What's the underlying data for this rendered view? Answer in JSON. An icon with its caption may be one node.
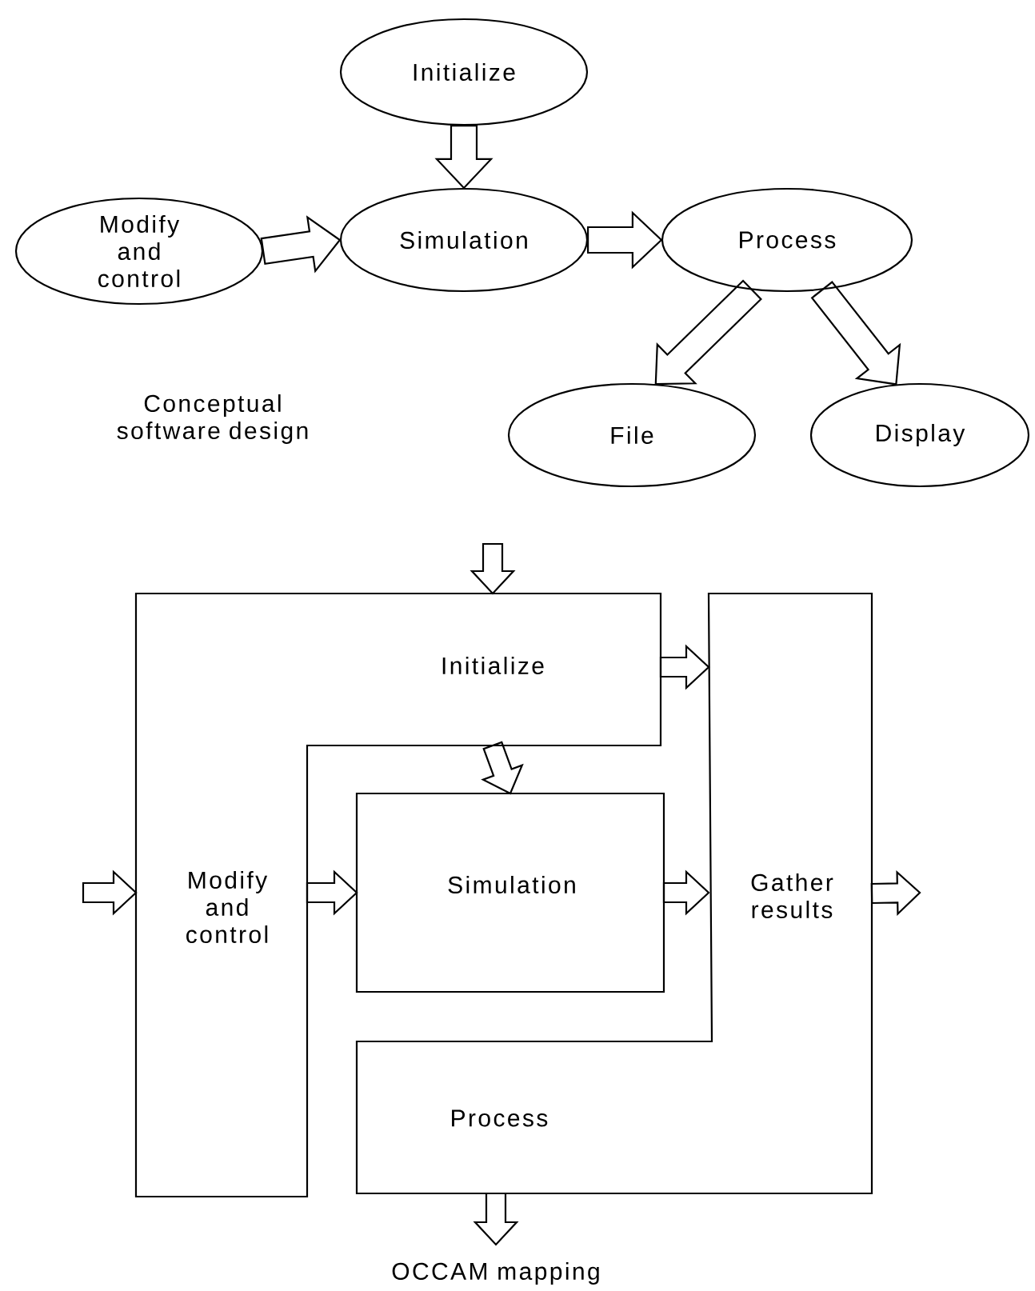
{
  "diagram": {
    "nodes": [
      {
        "text": [
          "Initialize"
        ]
      },
      {
        "text": [
          "Modify and control"
        ]
      },
      {
        "text": [
          "Simulation"
        ]
      },
      {
        "text": [
          "Process"
        ]
      },
      {
        "text": [
          "File"
        ]
      },
      {
        "text": [
          "Display"
        ]
      },
      {
        "text": [
          "Initialize",
          "Modify and control"
        ]
      },
      {
        "text": [
          "Simulation"
        ]
      },
      {
        "text": [
          "Gather results",
          "Process"
        ]
      }
    ],
    "edges": [
      {
        "from": 0,
        "to": 2,
        "arrow": "to"
      },
      {
        "from": 1,
        "to": 2,
        "arrow": "to"
      },
      {
        "from": 2,
        "to": 3,
        "arrow": "to"
      },
      {
        "from": 3,
        "to": 4,
        "arrow": "to"
      },
      {
        "from": 3,
        "to": 5,
        "arrow": "to"
      },
      {
        "from": null,
        "to": 6,
        "arrow": "to"
      },
      {
        "from": null,
        "to": 6,
        "arrow": "to"
      },
      {
        "from": 6,
        "to": 7,
        "arrow": "to"
      },
      {
        "from": 6,
        "to": 7,
        "arrow": "to"
      },
      {
        "from": 6,
        "to": 8,
        "arrow": "to"
      },
      {
        "from": 7,
        "to": 8,
        "arrow": "to"
      },
      {
        "from": 8,
        "to": null,
        "arrow": "to"
      },
      {
        "from": 8,
        "to": null,
        "arrow": "to"
      }
    ],
    "labels": [
      "Conceptual software design",
      "OCCAM mapping"
    ]
  }
}
